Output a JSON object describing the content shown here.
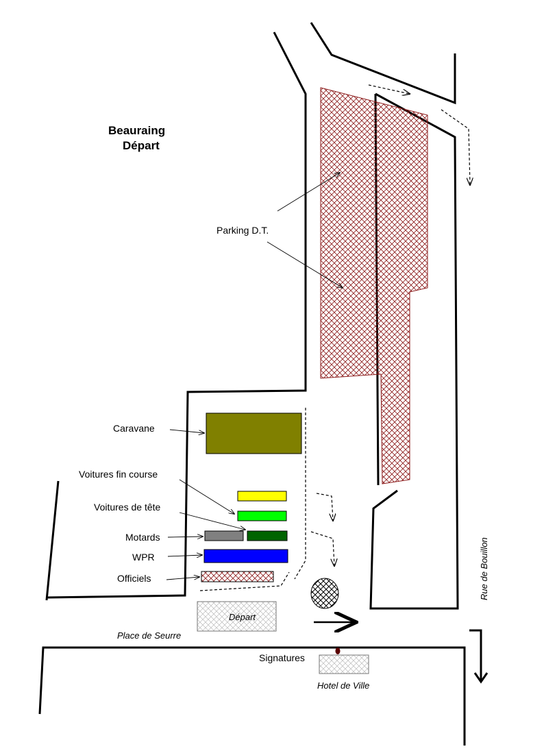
{
  "title": {
    "line1": "Beauraing",
    "line2": "Départ"
  },
  "labels": {
    "parking": "Parking D.T.",
    "caravane": "Caravane",
    "voitures_fin_course": "Voitures fin course",
    "voitures_de_tete": "Voitures de tête",
    "motards": "Motards",
    "wpr": "WPR",
    "officiels": "Officiels",
    "depart": "Départ",
    "place_de_seurre": "Place de Seurre",
    "signatures": "Signatures",
    "hotel_de_ville": "Hotel de Ville",
    "rue_de_bouillon": "Rue de Bouillon"
  },
  "colors": {
    "caravane": "#808000",
    "voitures_fin_course": "#ffff00",
    "voitures_de_tete": "#00ff00",
    "motards_left": "#808080",
    "motards_right": "#006400",
    "wpr": "#0000ff",
    "hatch": "#8b1a1a",
    "signature_dot": "#5a0000"
  }
}
